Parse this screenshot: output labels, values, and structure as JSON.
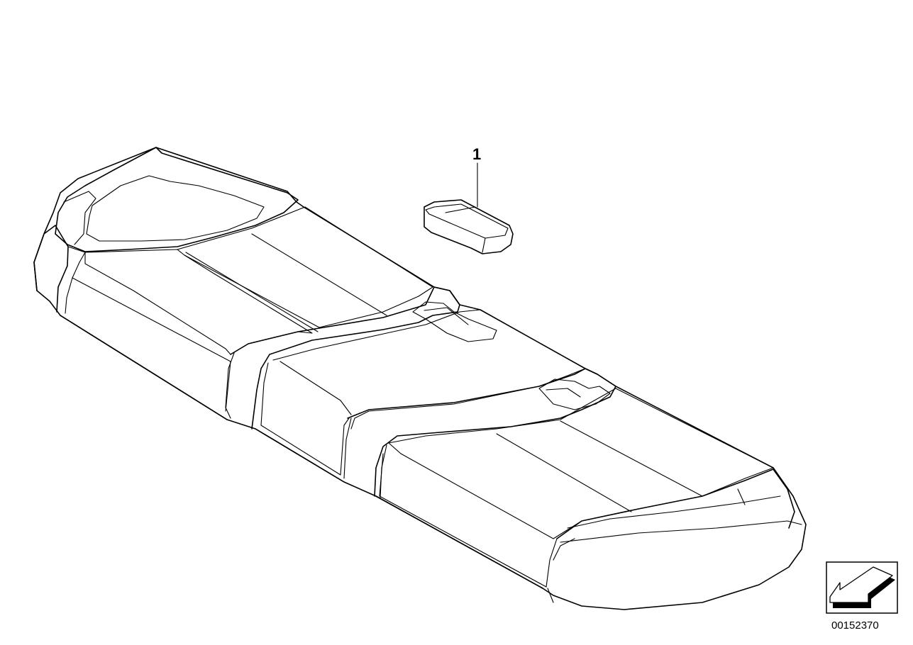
{
  "callouts": [
    {
      "label": "1",
      "part": "small-cushion-pad"
    }
  ],
  "reference_number": "00152370",
  "navigation_icon": "arrow-down-left-icon"
}
